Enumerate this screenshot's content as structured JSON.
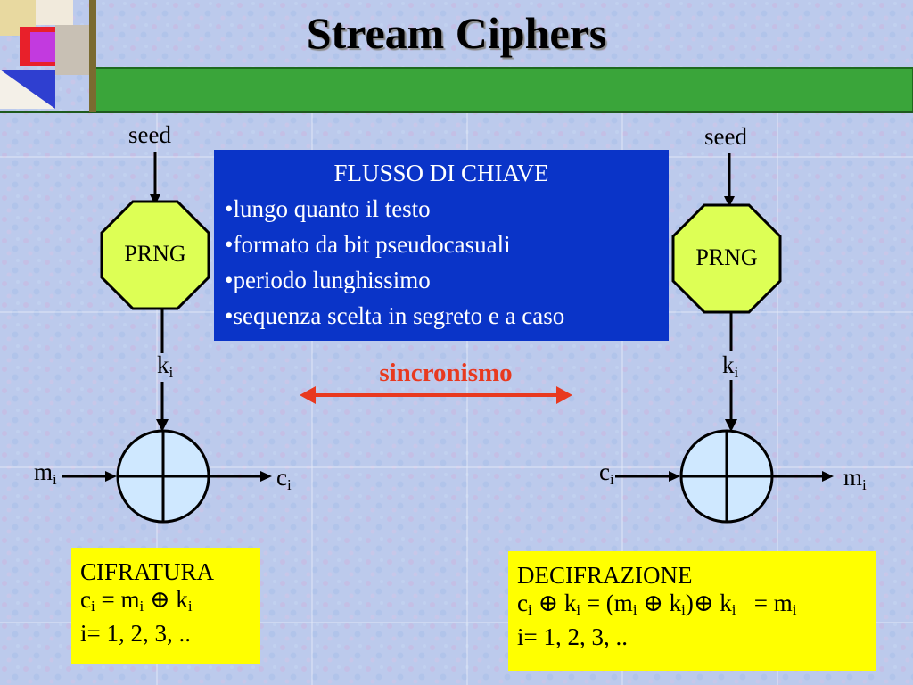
{
  "slide": {
    "title": "Stream Ciphers"
  },
  "encrypt_side": {
    "seed_label": "seed",
    "prng_label": "PRNG",
    "key_label": "k",
    "key_sub": "i",
    "input_label": "m",
    "input_sub": "i",
    "output_label": "c",
    "output_sub": "i"
  },
  "decrypt_side": {
    "seed_label": "seed",
    "prng_label": "PRNG",
    "key_label": "k",
    "key_sub": "i",
    "input_label": "c",
    "input_sub": "i",
    "output_label": "m",
    "output_sub": "i"
  },
  "keystream_box": {
    "heading": "FLUSSO DI CHIAVE",
    "items": [
      "•lungo quanto il testo",
      "•formato da bit pseudocasuali",
      "•periodo lunghissimo",
      "•sequenza scelta in segreto e a caso"
    ]
  },
  "sync_label": "sincronismo",
  "cifratura_box": {
    "heading": "CIFRATURA",
    "formula": {
      "c": "c",
      "i1": "i",
      "eq": " = m",
      "i2": "i",
      "op": " ⊕ k",
      "i3": "i"
    },
    "range": "i= 1, 2, 3, .."
  },
  "decifrazione_box": {
    "heading": "DECIFRAZIONE",
    "formula": {
      "p1": "c",
      "s1": "i",
      "p2": " ⊕ k",
      "s2": "i",
      "p3": " = (m",
      "s3": "i",
      "p4": " ⊕ k",
      "s4": "i",
      "p5": ")⊕ k",
      "s5": "i",
      "p6": "   = m",
      "s6": "i"
    },
    "range": "i= 1, 2, 3, .."
  },
  "colors": {
    "title_bar": "#3aa53a",
    "prng_fill": "#ddff55",
    "xor_fill": "#cfe8ff",
    "keystream_box": "#0a34c8",
    "note_box": "#ffff00",
    "sync_arrow": "#e8391f"
  }
}
